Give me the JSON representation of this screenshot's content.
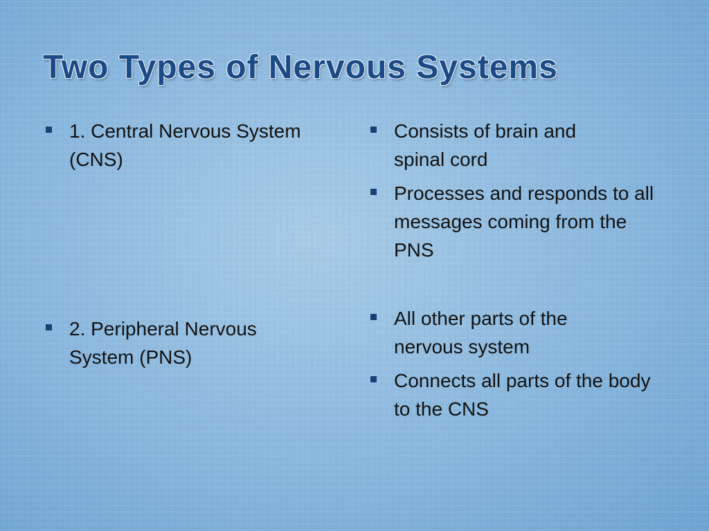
{
  "slide": {
    "title": "Two Types of Nervous Systems",
    "left_column": [
      {
        "text": "1. Central Nervous System (CNS)"
      },
      {
        "text": "2. Peripheral Nervous System (PNS)"
      }
    ],
    "right_column": [
      {
        "text": "Consists of brain and spinal cord"
      },
      {
        "text": "Processes and responds to all messages coming from the PNS"
      },
      {
        "text": "All other parts of the nervous system"
      },
      {
        "text": "Connects all parts of the body to the CNS"
      }
    ]
  },
  "colors": {
    "title": "#1b4a86",
    "bullet_marker": "#1a3f75",
    "background": "#8fbbe0",
    "text": "#111111"
  }
}
